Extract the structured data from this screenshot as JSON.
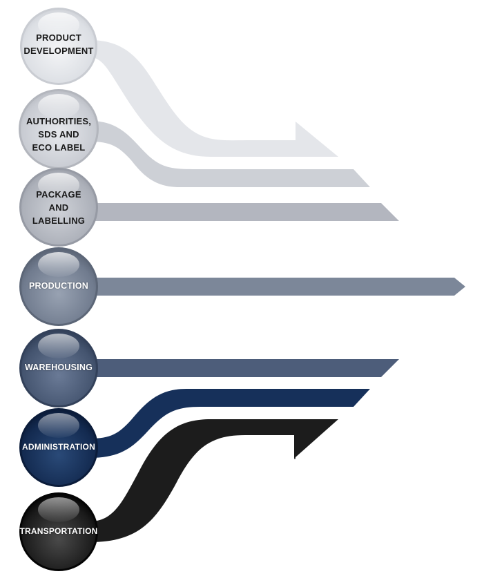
{
  "stages": [
    {
      "label_lines": [
        "PRODUCT",
        "DEVELOPMENT"
      ],
      "color": "#e4e6ea"
    },
    {
      "label_lines": [
        "AUTHORITIES,",
        "SDS AND",
        "ECO LABEL"
      ],
      "color": "#cdd0d6"
    },
    {
      "label_lines": [
        "PACKAGE",
        "AND",
        "LABELLING"
      ],
      "color": "#b3b6bf"
    },
    {
      "label_lines": [
        "PRODUCTION"
      ],
      "color": "#7c8799"
    },
    {
      "label_lines": [
        "WAREHOUSING"
      ],
      "color": "#4d5d7a"
    },
    {
      "label_lines": [
        "ADMINISTRATION"
      ],
      "color": "#16305a"
    },
    {
      "label_lines": [
        "TRANSPORTATION"
      ],
      "color": "#1c1c1c"
    }
  ]
}
